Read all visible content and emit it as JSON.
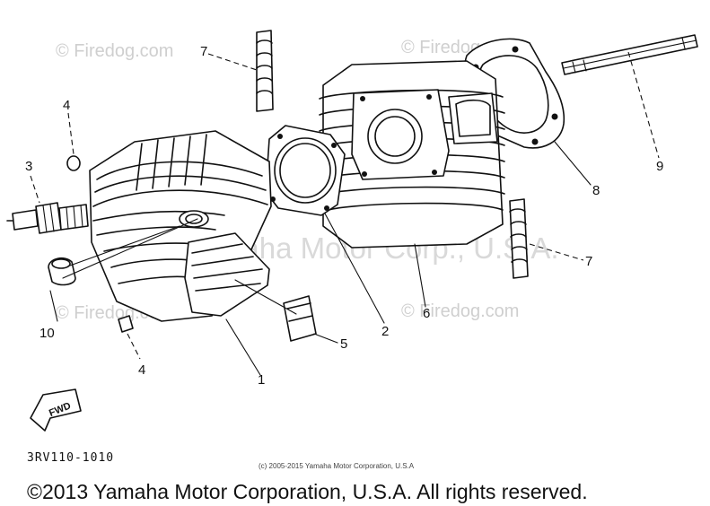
{
  "watermarks": {
    "tl": "© Firedog.com",
    "tr": "© Firedog.com",
    "bl": "© Firedog.com",
    "br": "© Firedog.com",
    "center": "Yamaha Motor Corp., U.S.A."
  },
  "callouts": {
    "c1": "1",
    "c2": "2",
    "c3": "3",
    "c4a": "4",
    "c4b": "4",
    "c5": "5",
    "c6": "6",
    "c7a": "7",
    "c7b": "7",
    "c8": "8",
    "c9": "9",
    "c10": "10"
  },
  "fwd_label": "FWD",
  "part_code": "3RV110-1010",
  "small_copyright": "(c) 2005-2015 Yamaha Motor Corporation, U.S.A",
  "copyright": "©2013 Yamaha Motor Corporation, U.S.A. All rights reserved."
}
